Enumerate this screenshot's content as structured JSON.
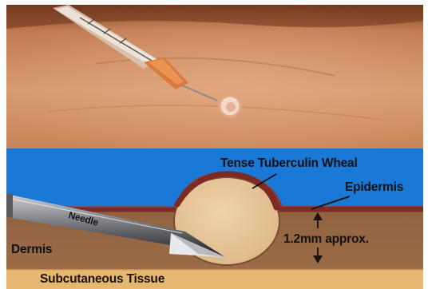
{
  "figure": {
    "labels": {
      "wheal": "Tense Tuberculin Wheal",
      "epidermis": "Epidermis",
      "needle": "Needle",
      "dermis": "Dermis",
      "depth": "1.2mm approx.",
      "subcutaneous": "Subcutaneous Tissue"
    },
    "colors": {
      "photo_skin": "#cf8d63",
      "diagram_background": "#1a78d6",
      "epidermis_layer": "#7b2a25",
      "dermis_layer": "#926542",
      "wheal_fill": "#e7c496",
      "subcutaneous_tissue": "#e6b770",
      "needle_metal": "#77777f"
    }
  }
}
